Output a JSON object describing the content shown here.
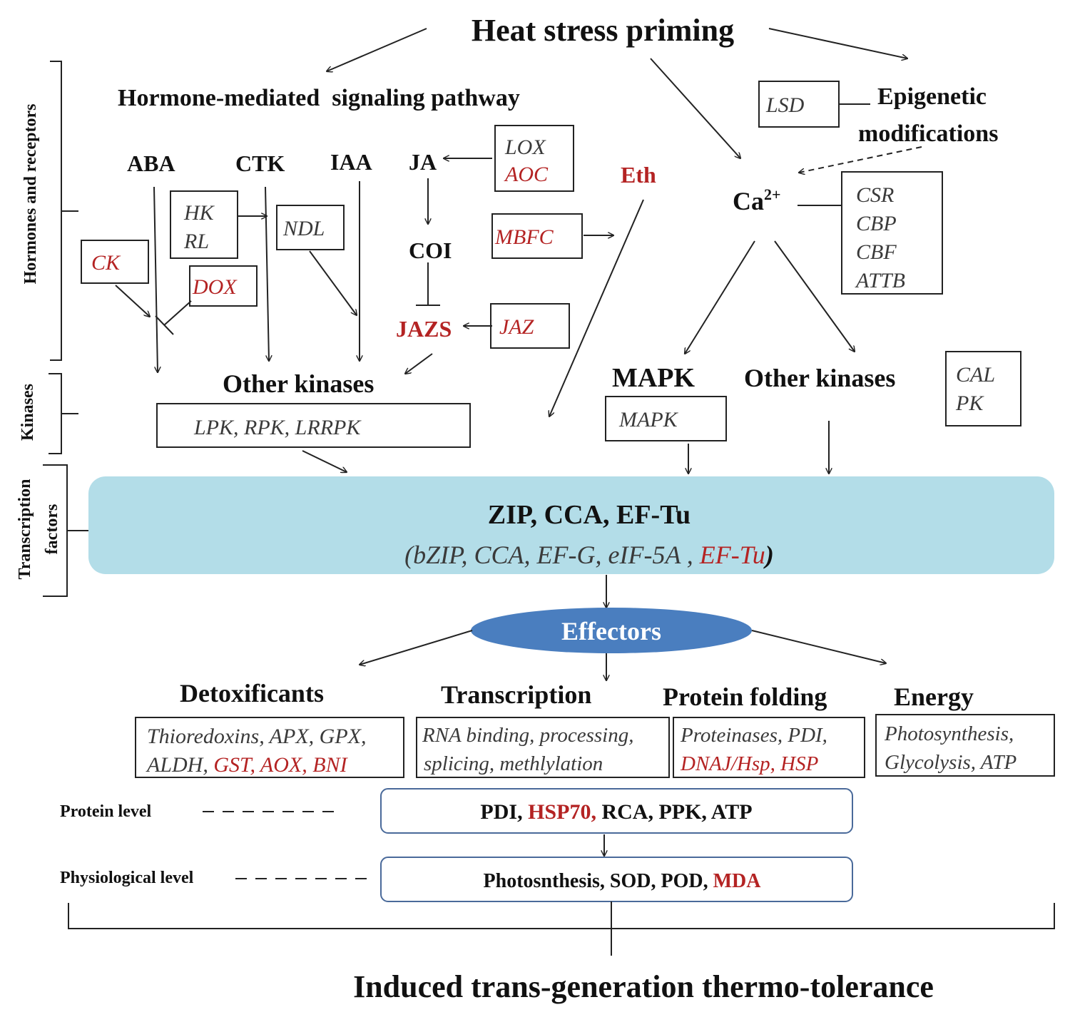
{
  "title": "Heat stress priming",
  "branches": {
    "hormone": "Hormone-mediated  signaling pathway",
    "epigenetic": [
      "Epigenetic",
      "modifications"
    ]
  },
  "brackets": {
    "hormones": "Hormones and receptors",
    "kinases": "Kinases",
    "tf": [
      "Transcription",
      "factors"
    ]
  },
  "hormones": {
    "aba": "ABA",
    "ctk": "CTK",
    "iaa": "IAA",
    "ja": "JA",
    "coi": "COI",
    "jazs": "JAZS",
    "eth": "Eth",
    "ca": "Ca",
    "ca_sup": "2+"
  },
  "boxes": {
    "hk": [
      "HK",
      "RL"
    ],
    "ndl": "NDL",
    "ck": "CK",
    "dox": "DOX",
    "lox": [
      "LOX",
      "AOC"
    ],
    "mbfc": "MBFC",
    "jaz": "JAZ",
    "lsd": "LSD",
    "ca_genes": [
      "CSR",
      "CBP",
      "CBF",
      "ATTB"
    ],
    "kinases_left": "LPK, RPK, LRRPK",
    "mapk_box": "MAPK",
    "cal": [
      "CAL",
      "PK"
    ]
  },
  "kinase_labels": {
    "other_left": "Other kinases",
    "mapk": "MAPK",
    "other_right": "Other kinases"
  },
  "tf": {
    "title": "ZIP, CCA, EF-Tu",
    "sub_black": "(bZIP, CCA, EF-G, eIF-5A , ",
    "sub_red": "EF-Tu",
    "sub_close": ")"
  },
  "effectors": "Effectors",
  "categories": {
    "detox": {
      "title": "Detoxificants",
      "line1": "Thioredoxins, APX, GPX,",
      "line2_black": "ALDH, ",
      "line2_red": "GST, AOX, BNI"
    },
    "transcription": {
      "title": "Transcription",
      "line1": "RNA binding, processing,",
      "line2": "splicing, methlylation"
    },
    "folding": {
      "title": "Protein folding",
      "line1": "Proteinases, PDI,",
      "line2": "DNAJ/Hsp, HSP"
    },
    "energy": {
      "title": "Energy",
      "line1": "Photosynthesis,",
      "line2": "Glycolysis, ATP"
    }
  },
  "levels": {
    "protein_label": "Protein level",
    "protein_a": "PDI, ",
    "protein_red": "HSP70,",
    "protein_b": " RCA, PPK, ATP",
    "physio_label": "Physiological level",
    "physio_a": "Photosnthesis, SOD, POD, ",
    "physio_red": "MDA"
  },
  "outcome": "Induced trans-generation thermo-tolerance",
  "colors": {
    "red": "#b42323",
    "tf_band": "#b3dde8",
    "effectors": "#4a7ebf"
  }
}
